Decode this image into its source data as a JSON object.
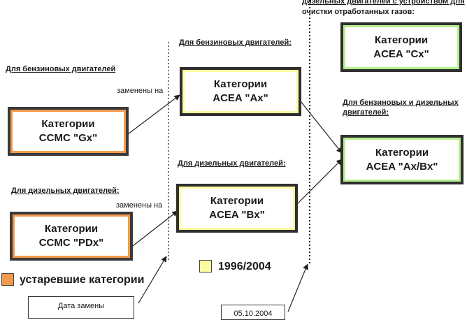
{
  "colors": {
    "obsolete": "#f39a4c",
    "period": "#fbfba0",
    "current": "#b5ef8e",
    "border": "#333333"
  },
  "captions": {
    "petrol_left": "Для бензиновых двигателей",
    "diesel_left": "Для дизельных двигателей:",
    "petrol_mid": "Для бензиновых двигателей:",
    "diesel_mid": "Для дизельных двигателей:",
    "diesel_right_line1": "дизельных двигателей с устройством для",
    "diesel_right_line2": "очистки отработанных газов:",
    "both_right_line1": "Для бензиновых и дизельных",
    "both_right_line2": "двигателей:"
  },
  "replaced_by": "заменены на",
  "boxes": {
    "ccmc_gx": {
      "line1": "Категории",
      "line2": "CCMC \"Gx\""
    },
    "ccmc_pdx": {
      "line1": "Категории",
      "line2": "CCMC \"PDx\""
    },
    "acea_ax": {
      "line1": "Категории",
      "line2": "ACEA \"Ax\""
    },
    "acea_bx": {
      "line1": "Категории",
      "line2": "ACEA \"Bx\""
    },
    "acea_cx": {
      "line1": "Категории",
      "line2": "ACEA \"Cx\""
    },
    "acea_axbx": {
      "line1": "Категории",
      "line2": "ACEA \"Ax/Bx\""
    }
  },
  "legend": {
    "obsolete_label": "устаревшие категории",
    "period_label": "1996/2004"
  },
  "notes": {
    "change_date_label": "Дата замены",
    "date_value": "05.10.2004"
  }
}
